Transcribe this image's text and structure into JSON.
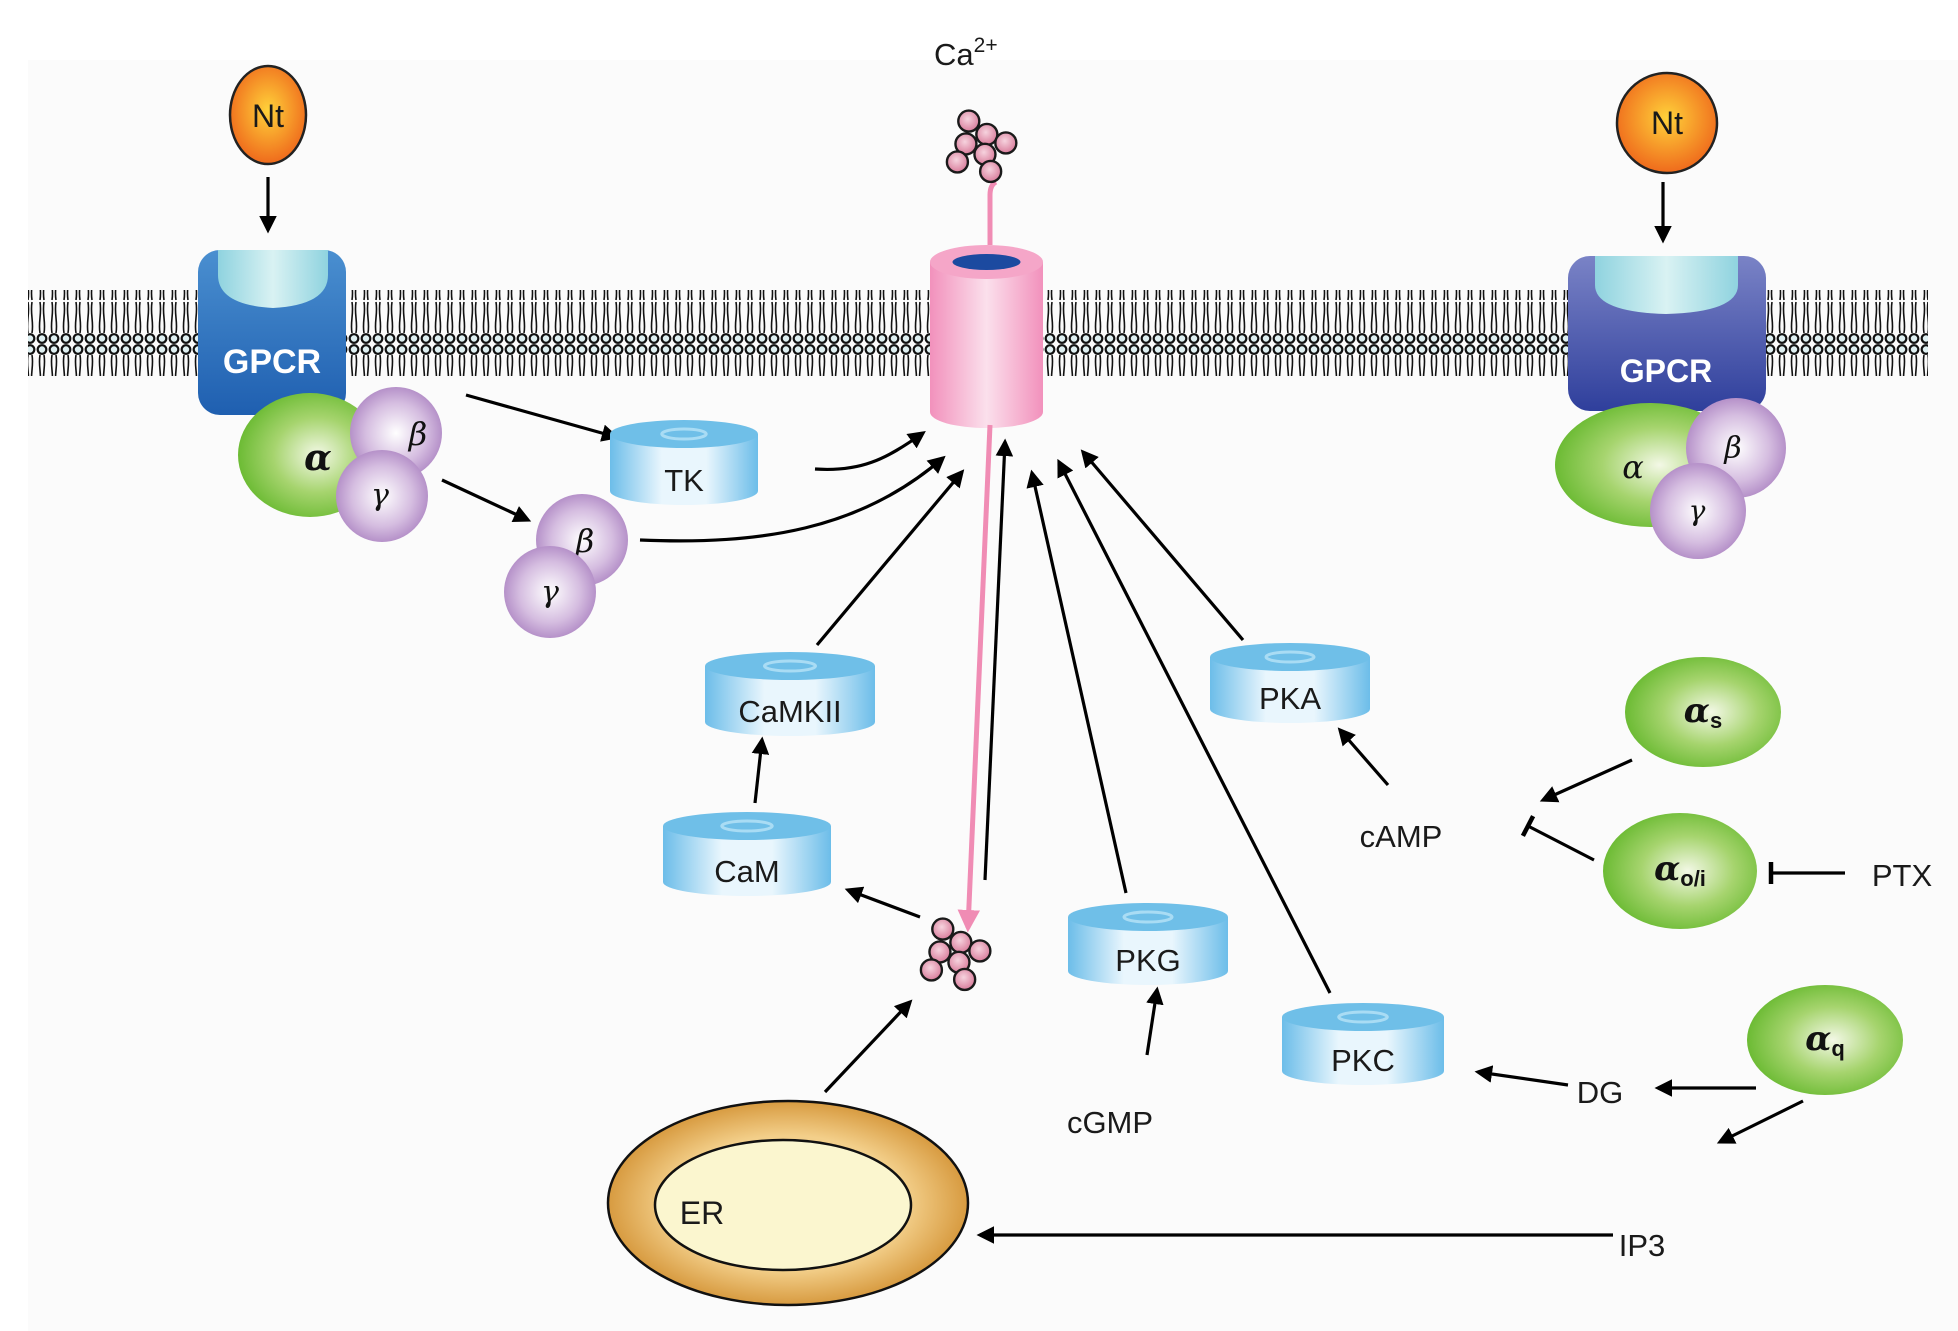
{
  "diagram": {
    "type": "signaling-pathway",
    "topic": "GPCR modulation of Ca2+ channel",
    "colors": {
      "neurotransmitter": "#f5a623",
      "gpcr_left": "#2f6fbf",
      "gpcr_right": "#4a55a8",
      "g_alpha": "#7cc242",
      "g_beta_gamma": "#b98fcb",
      "kinase": "#7cc6ec",
      "channel": "#f29ac0",
      "calcium_ion": "#e08aa8",
      "er_outer": "#d99a3a",
      "er_inner": "#fbf6cf",
      "membrane": "#1a1a1a"
    }
  },
  "labels": {
    "nt_left": "Nt",
    "nt_right": "Nt",
    "gpcr_left": "GPCR",
    "gpcr_right": "GPCR",
    "ca_main": "Ca",
    "ca_superscript": "2+",
    "alpha": "α",
    "beta": "β",
    "gamma": "γ",
    "tk": "TK",
    "camkii": "CaMKII",
    "cam": "CaM",
    "pkg": "PKG",
    "pka": "PKA",
    "pkc": "PKC",
    "camp": "cAMP",
    "cgmp": "cGMP",
    "dg": "DG",
    "ip3": "IP3",
    "ptx": "PTX",
    "er": "ER",
    "alpha_s_sub": "s",
    "alpha_oi_sub": "o/i",
    "alpha_q_sub": "q"
  },
  "edges": [
    {
      "from": "Nt",
      "to": "GPCR (left)",
      "type": "activation"
    },
    {
      "from": "Nt",
      "to": "GPCR (right)",
      "type": "activation"
    },
    {
      "from": "GPCR",
      "to": "TK",
      "type": "activation"
    },
    {
      "from": "G βγ",
      "to": "free βγ",
      "type": "activation"
    },
    {
      "from": "TK",
      "to": "Ca2+ channel",
      "type": "activation"
    },
    {
      "from": "βγ",
      "to": "Ca2+ channel",
      "type": "activation"
    },
    {
      "from": "CaMKII",
      "to": "Ca2+ channel",
      "type": "activation"
    },
    {
      "from": "Ca2+ (cytosolic)",
      "to": "Ca2+ channel",
      "type": "activation"
    },
    {
      "from": "PKG",
      "to": "Ca2+ channel",
      "type": "activation"
    },
    {
      "from": "PKC",
      "to": "Ca2+ channel",
      "type": "activation"
    },
    {
      "from": "PKA",
      "to": "Ca2+ channel",
      "type": "activation"
    },
    {
      "from": "Ca2+ channel",
      "to": "Ca2+ (cytosolic)",
      "type": "influx"
    },
    {
      "from": "Ca2+ (cytosolic)",
      "to": "CaM",
      "type": "activation"
    },
    {
      "from": "CaM",
      "to": "CaMKII",
      "type": "activation"
    },
    {
      "from": "ER",
      "to": "Ca2+ (cytosolic)",
      "type": "release"
    },
    {
      "from": "cGMP",
      "to": "PKG",
      "type": "activation"
    },
    {
      "from": "cAMP",
      "to": "PKA",
      "type": "activation"
    },
    {
      "from": "αs",
      "to": "cAMP",
      "type": "activation"
    },
    {
      "from": "αo/i",
      "to": "cAMP",
      "type": "inhibition"
    },
    {
      "from": "PTX",
      "to": "αo/i",
      "type": "inhibition"
    },
    {
      "from": "αq",
      "to": "DG",
      "type": "activation"
    },
    {
      "from": "DG",
      "to": "PKC",
      "type": "activation"
    },
    {
      "from": "αq",
      "to": "IP3",
      "type": "activation"
    },
    {
      "from": "IP3",
      "to": "ER",
      "type": "activation"
    }
  ]
}
